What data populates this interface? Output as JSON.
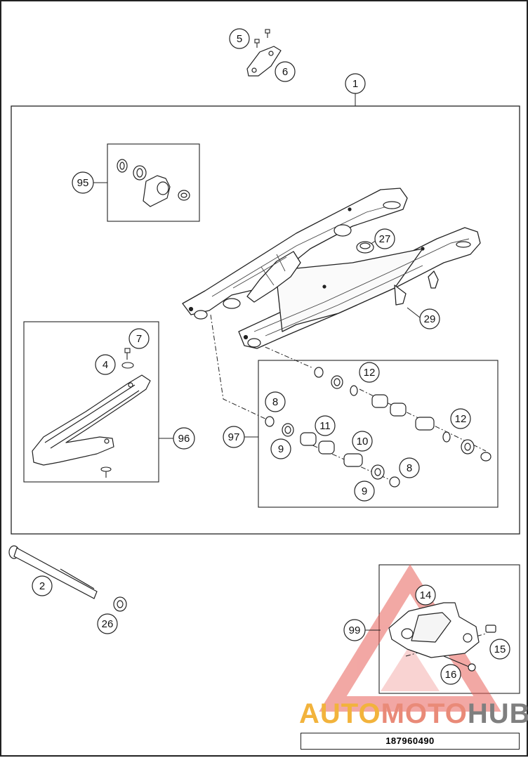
{
  "diagram": {
    "id_number": "187960490",
    "watermark": {
      "auto": "AUTO",
      "moto": "MOTO",
      "hub": "HUB"
    },
    "callouts": [
      "1",
      "2",
      "4",
      "5",
      "6",
      "7",
      "8",
      "8",
      "9",
      "9",
      "10",
      "11",
      "12",
      "12",
      "14",
      "15",
      "16",
      "26",
      "27",
      "29",
      "95",
      "96",
      "97",
      "99"
    ]
  }
}
